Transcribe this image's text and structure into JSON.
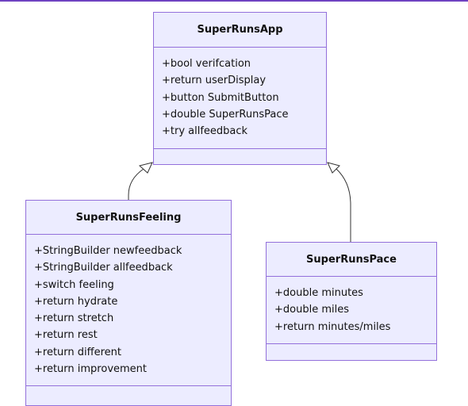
{
  "diagram": {
    "classes": [
      {
        "id": "app",
        "name": "SuperRunsApp",
        "attributes": [
          "+bool verifcation",
          "+return userDisplay",
          "+button SubmitButton",
          "+double SuperRunsPace",
          "+try allfeedback"
        ]
      },
      {
        "id": "feeling",
        "name": "SuperRunsFeeling",
        "attributes": [
          "+StringBuilder newfeedback",
          "+StringBuilder allfeedback",
          "+switch feeling",
          "+return hydrate",
          "+return stretch",
          "+return rest",
          "+return different",
          "+return improvement"
        ]
      },
      {
        "id": "pace",
        "name": "SuperRunsPace",
        "attributes": [
          "+double minutes",
          "+double miles",
          "+return minutes/miles"
        ]
      }
    ],
    "relations": [
      {
        "from": "feeling",
        "to": "app",
        "type": "inheritance"
      },
      {
        "from": "pace",
        "to": "app",
        "type": "inheritance"
      }
    ],
    "colors": {
      "fill": "#ececff",
      "stroke": "#9370db",
      "text": "#111111",
      "edge": "#333333",
      "top_rule": "#6f42c1"
    }
  }
}
